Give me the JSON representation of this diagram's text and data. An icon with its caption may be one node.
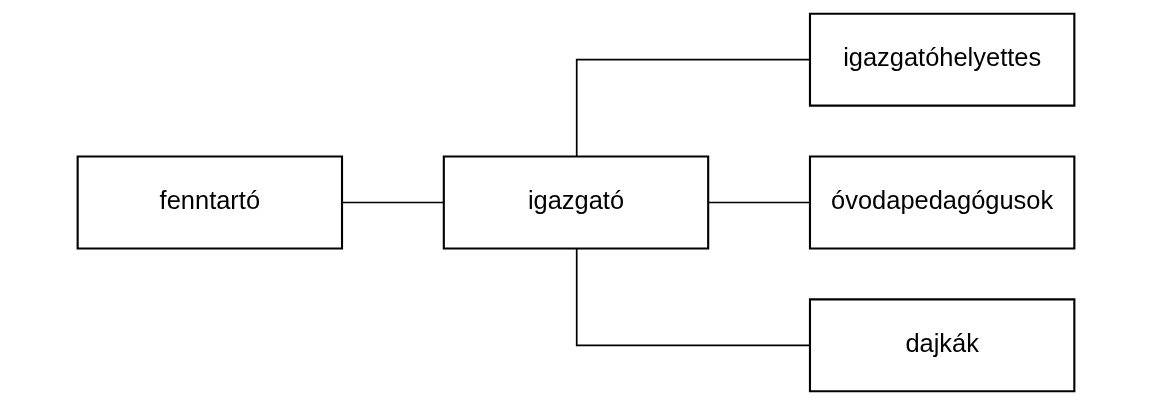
{
  "diagram": {
    "nodes": [
      {
        "text": [
          "fenntartó"
        ]
      },
      {
        "text": [
          "igazgató"
        ]
      },
      {
        "text": [
          "igazgatóhelyettes"
        ]
      },
      {
        "text": [
          "óvodapedagógusok"
        ]
      },
      {
        "text": [
          "dajkák"
        ]
      }
    ],
    "edges": [
      {
        "from": 0,
        "to": 1,
        "arrow": "none"
      },
      {
        "from": 1,
        "to": 2,
        "arrow": "none"
      },
      {
        "from": 1,
        "to": 3,
        "arrow": "none"
      },
      {
        "from": 1,
        "to": 4,
        "arrow": "none"
      }
    ]
  }
}
